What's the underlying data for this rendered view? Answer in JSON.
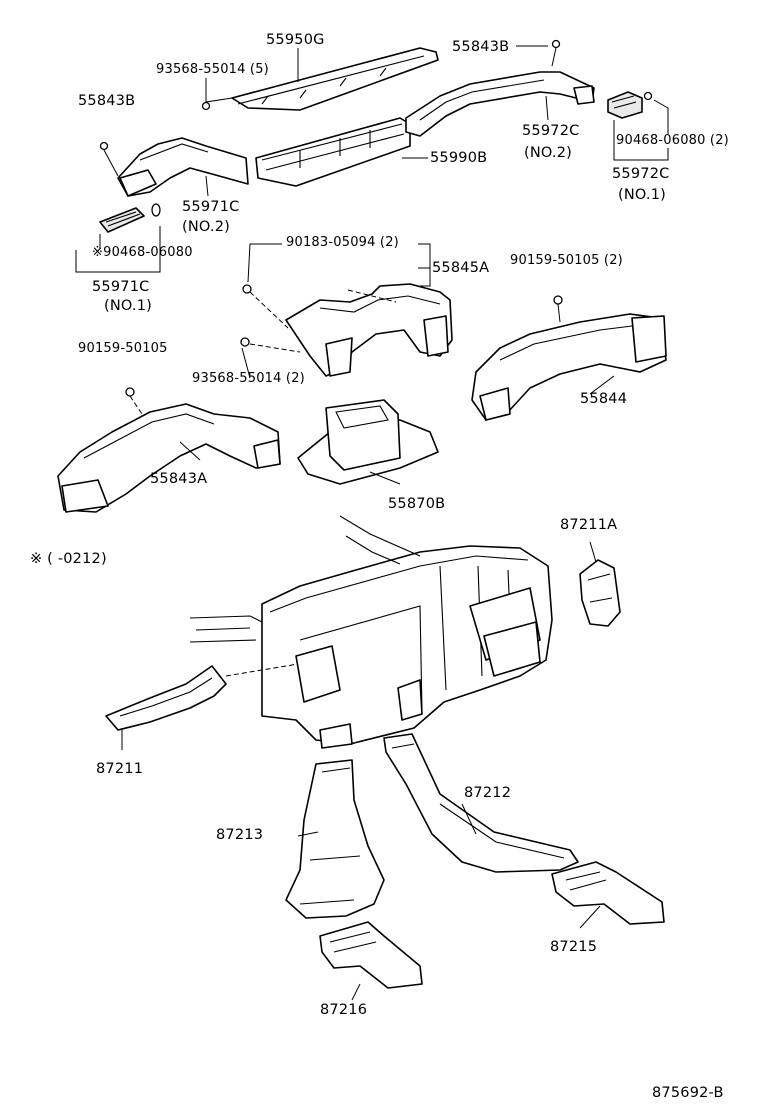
{
  "labels": {
    "p55950G": "55950G",
    "p93568_top": "93568-55014 (5)",
    "p55843B_right": "55843B",
    "p55843B_left": "55843B",
    "p55990B": "55990B",
    "p55972C_no2": "55972C",
    "no2_a": "(NO.2)",
    "p90468_right": "90468-06080 (2)",
    "p55972C_no1": "55972C",
    "no1_a": "(NO.1)",
    "p55971C_no2": "55971C",
    "no2_b": "(NO.2)",
    "p90468_left": "※90468-06080",
    "p55971C_no1": "55971C",
    "no1_b": "(NO.1)",
    "p90183": "90183-05094 (2)",
    "p55845A": "55845A",
    "p90159_right": "90159-50105 (2)",
    "p90159_left": "90159-50105",
    "p93568_mid": "93568-55014 (2)",
    "p55844": "55844",
    "p55843A": "55843A",
    "p55870B": "55870B",
    "note_range": "※ (       -0212)",
    "p87211A": "87211A",
    "p87211": "87211",
    "p87212": "87212",
    "p87213": "87213",
    "p87215": "87215",
    "p87216": "87216",
    "diagram_id": "875692-B"
  }
}
